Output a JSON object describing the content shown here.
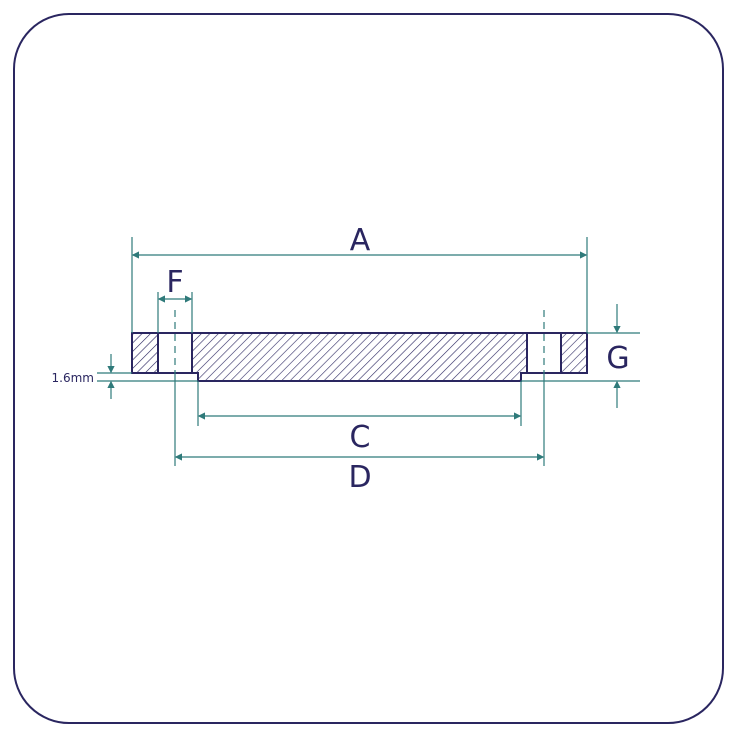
{
  "labels": {
    "a": "A",
    "f": "F",
    "c": "C",
    "d": "D",
    "g": "G",
    "step": "1.6mm"
  },
  "colors": {
    "outline": "#2a2660",
    "dimension": "#2f7a7a",
    "frame": "#2a2660"
  }
}
